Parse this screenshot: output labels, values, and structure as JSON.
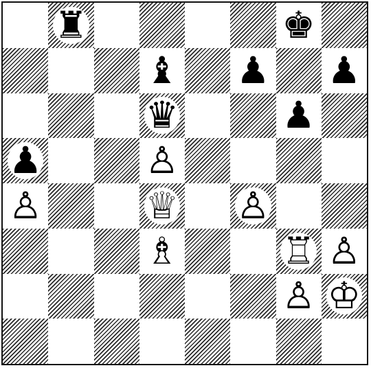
{
  "board": {
    "orientation": "white-bottom",
    "files": [
      "a",
      "b",
      "c",
      "d",
      "e",
      "f",
      "g",
      "h"
    ],
    "ranks": [
      "8",
      "7",
      "6",
      "5",
      "4",
      "3",
      "2",
      "1"
    ],
    "pieces": [
      {
        "square": "b8",
        "color": "black",
        "type": "rook",
        "glyph": "♜"
      },
      {
        "square": "g8",
        "color": "black",
        "type": "king",
        "glyph": "♚"
      },
      {
        "square": "d7",
        "color": "black",
        "type": "bishop",
        "glyph": "♝"
      },
      {
        "square": "f7",
        "color": "black",
        "type": "pawn",
        "glyph": "♟"
      },
      {
        "square": "h7",
        "color": "black",
        "type": "pawn",
        "glyph": "♟"
      },
      {
        "square": "d6",
        "color": "black",
        "type": "queen",
        "glyph": "♛"
      },
      {
        "square": "g6",
        "color": "black",
        "type": "pawn",
        "glyph": "♟"
      },
      {
        "square": "a5",
        "color": "black",
        "type": "pawn",
        "glyph": "♟"
      },
      {
        "square": "d5",
        "color": "white",
        "type": "pawn",
        "glyph": "♙"
      },
      {
        "square": "a4",
        "color": "white",
        "type": "pawn",
        "glyph": "♙"
      },
      {
        "square": "d4",
        "color": "white",
        "type": "queen",
        "glyph": "♕"
      },
      {
        "square": "f4",
        "color": "white",
        "type": "pawn",
        "glyph": "♙"
      },
      {
        "square": "d3",
        "color": "white",
        "type": "bishop",
        "glyph": "♗"
      },
      {
        "square": "g3",
        "color": "white",
        "type": "rook",
        "glyph": "♖"
      },
      {
        "square": "h3",
        "color": "white",
        "type": "pawn",
        "glyph": "♙"
      },
      {
        "square": "g2",
        "color": "white",
        "type": "pawn",
        "glyph": "♙"
      },
      {
        "square": "h2",
        "color": "white",
        "type": "king",
        "glyph": "♔"
      }
    ]
  }
}
